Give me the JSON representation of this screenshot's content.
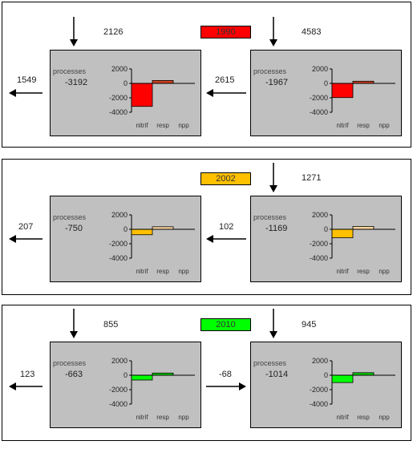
{
  "colors": {
    "panel_bg": "#c0c0c0",
    "red": "#ff0000",
    "orange": "#ffc000",
    "green": "#00ff00",
    "resp_red": "#d04020",
    "resp_light": "#ffd8a0",
    "resp_green": "#00d000"
  },
  "chart_axis": {
    "ticks": [
      "2000",
      "0",
      "-2000",
      "-4000"
    ],
    "categories": [
      "nitrif",
      "resp",
      "npp"
    ]
  },
  "rows": [
    {
      "year": "1990",
      "year_color": "#ff0000",
      "left": {
        "top_input": "2126",
        "side_out": "1549",
        "processes_label": "processes",
        "processes": "-3192",
        "chart_data": {
          "type": "bar",
          "categories": [
            "nitrif",
            "resp",
            "npp"
          ],
          "values": [
            -3192,
            400,
            0
          ],
          "ylim": [
            -4000,
            2000
          ],
          "colors": [
            "#ff0000",
            "#d04020",
            "#ffffff"
          ]
        }
      },
      "middle_flow": "2615",
      "middle_dir": "left",
      "right": {
        "top_input": "4583",
        "processes_label": "processes",
        "processes": "-1967",
        "chart_data": {
          "type": "bar",
          "categories": [
            "nitrif",
            "resp",
            "npp"
          ],
          "values": [
            -1967,
            300,
            0
          ],
          "ylim": [
            -4000,
            2000
          ],
          "colors": [
            "#ff0000",
            "#d04020",
            "#ffffff"
          ]
        }
      }
    },
    {
      "year": "2002",
      "year_color": "#ffc000",
      "left": {
        "top_input": "",
        "side_out": "207",
        "processes_label": "processes",
        "processes": "-750",
        "chart_data": {
          "type": "bar",
          "categories": [
            "nitrif",
            "resp",
            "npp"
          ],
          "values": [
            -750,
            350,
            0
          ],
          "ylim": [
            -4000,
            2000
          ],
          "colors": [
            "#ffc000",
            "#ffd8a0",
            "#ffffff"
          ]
        }
      },
      "middle_flow": "102",
      "middle_dir": "left",
      "right": {
        "top_input": "1271",
        "processes_label": "processes",
        "processes": "-1169",
        "chart_data": {
          "type": "bar",
          "categories": [
            "nitrif",
            "resp",
            "npp"
          ],
          "values": [
            -1169,
            400,
            0
          ],
          "ylim": [
            -4000,
            2000
          ],
          "colors": [
            "#ffc000",
            "#ffd8a0",
            "#ffffff"
          ]
        }
      }
    },
    {
      "year": "2010",
      "year_color": "#00ff00",
      "left": {
        "top_input": "855",
        "side_out": "123",
        "processes_label": "processes",
        "processes": "-663",
        "chart_data": {
          "type": "bar",
          "categories": [
            "nitrif",
            "resp",
            "npp"
          ],
          "values": [
            -663,
            300,
            0
          ],
          "ylim": [
            -4000,
            2000
          ],
          "colors": [
            "#00ff00",
            "#00d000",
            "#ffffff"
          ]
        }
      },
      "middle_flow": "-68",
      "middle_dir": "right",
      "right": {
        "top_input": "945",
        "processes_label": "processes",
        "processes": "-1014",
        "chart_data": {
          "type": "bar",
          "categories": [
            "nitrif",
            "resp",
            "npp"
          ],
          "values": [
            -1014,
            350,
            0
          ],
          "ylim": [
            -4000,
            2000
          ],
          "colors": [
            "#00ff00",
            "#00d000",
            "#ffffff"
          ]
        }
      }
    }
  ]
}
